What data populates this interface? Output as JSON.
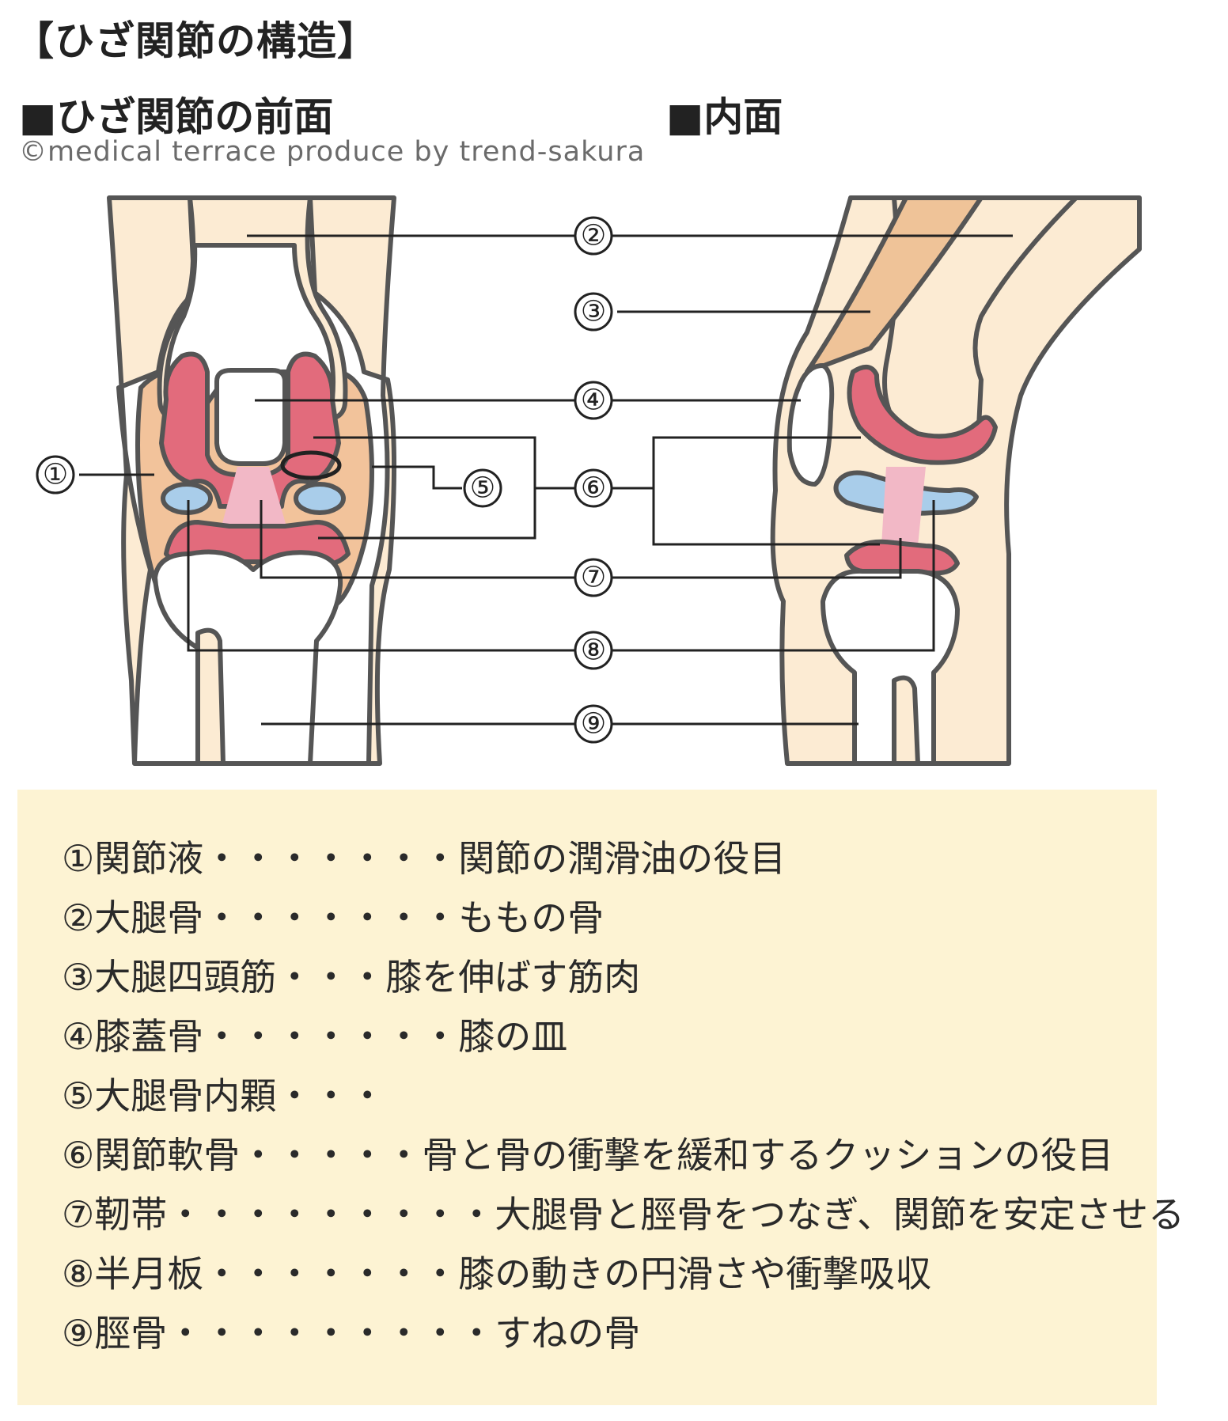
{
  "header": {
    "title": "【ひざ関節の構造】",
    "front_heading": "■ひざ関節の前面",
    "inner_heading": "■内面",
    "copyright": "©medical terrace produce by trend-sakura"
  },
  "diagram": {
    "callouts": [
      "①",
      "②",
      "③",
      "④",
      "⑤",
      "⑥",
      "⑦",
      "⑧",
      "⑨"
    ]
  },
  "legend": [
    {
      "term": "①関節液・・・・・・・",
      "desc": "関節の潤滑油の役目"
    },
    {
      "term": "②大腿骨・・・・・・・",
      "desc": "ももの骨"
    },
    {
      "term": "③大腿四頭筋・・・",
      "desc": "膝を伸ばす筋肉"
    },
    {
      "term": "④膝蓋骨・・・・・・・",
      "desc": "膝の皿"
    },
    {
      "term": "⑤大腿骨内顆・・・",
      "desc": ""
    },
    {
      "term": "⑥関節軟骨・・・・・",
      "desc": "骨と骨の衝撃を緩和するクッションの役目"
    },
    {
      "term": "⑦靭帯・・・・・・・・・",
      "desc": "大腿骨と脛骨をつなぎ、関節を安定させる"
    },
    {
      "term": "⑧半月板・・・・・・・",
      "desc": "膝の動きの円滑さや衝撃吸収"
    },
    {
      "term": "⑨脛骨・・・・・・・・・",
      "desc": "すねの骨"
    }
  ],
  "colors": {
    "skin": "#fcebd3",
    "bone": "#ffffff",
    "outline": "#555555",
    "cartilage": "#e26b7c",
    "ligament": "#f2b8c6",
    "meniscus": "#a9cdea",
    "fluid": "#f2c39b",
    "muscle": "#efc398",
    "legend_bg": "#fdf3d3"
  }
}
